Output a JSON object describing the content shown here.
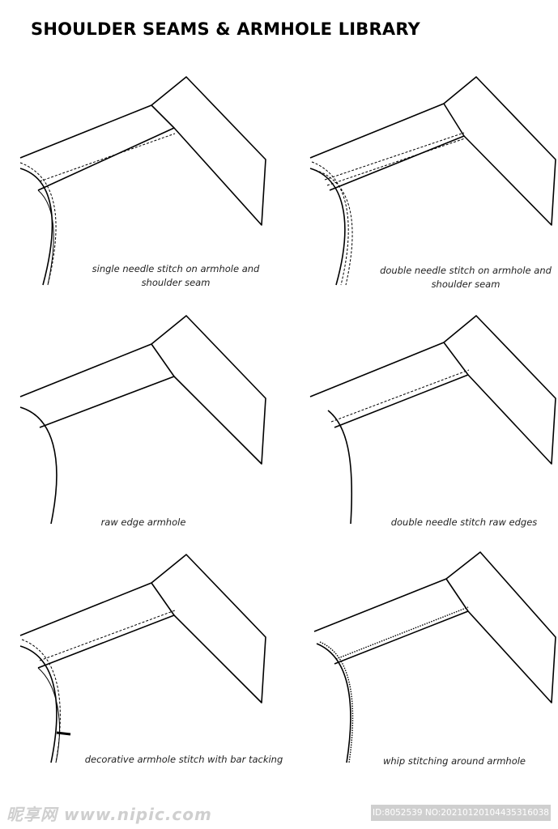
{
  "title": "SHOULDER SEAMS & ARMHOLE LIBRARY",
  "items": [
    {
      "caption_line1": "single needle stitch on armhole and",
      "caption_line2": "shoulder seam",
      "variant": "single-needle"
    },
    {
      "caption_line1": "double needle stitch on armhole and",
      "caption_line2": "shoulder seam",
      "variant": "double-needle"
    },
    {
      "caption_line1": "raw edge armhole",
      "caption_line2": "",
      "variant": "raw-edge"
    },
    {
      "caption_line1": "double needle stitch raw edges",
      "caption_line2": "",
      "variant": "double-raw"
    },
    {
      "caption_line1": "decorative armhole stitch with bar tacking",
      "caption_line2": "",
      "variant": "bar-tack"
    },
    {
      "caption_line1": "whip stitching around armhole",
      "caption_line2": "",
      "variant": "whip"
    }
  ],
  "watermark": {
    "left_text": "昵享网 www.nipic.com",
    "right_text": "ID:8052539 NO:20210120104435316038"
  }
}
